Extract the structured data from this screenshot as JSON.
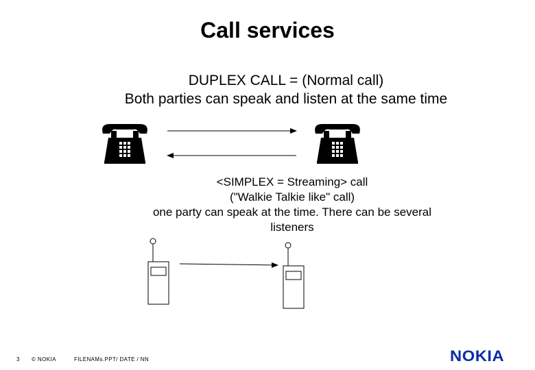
{
  "slide": {
    "title": "Call services",
    "duplex": {
      "line1": "DUPLEX CALL = (Normal call)",
      "line2": "Both parties can speak and listen at the same time"
    },
    "simplex": {
      "line1": "<SIMPLEX = Streaming> call",
      "line2": "(\"Walkie Talkie like\" call)",
      "line3": "one party can speak at the time. There can be several",
      "line4": "listeners"
    }
  },
  "footer": {
    "page_number": "3",
    "copyright": "© NOKIA",
    "file_info": "FILENAMs.PPT/ DATE / NN",
    "logo_text": "NOKIA",
    "logo_color": "#0a2da8"
  },
  "icons": [
    "telephone-icon",
    "walkie-talkie-icon",
    "arrow-right",
    "arrow-left"
  ]
}
